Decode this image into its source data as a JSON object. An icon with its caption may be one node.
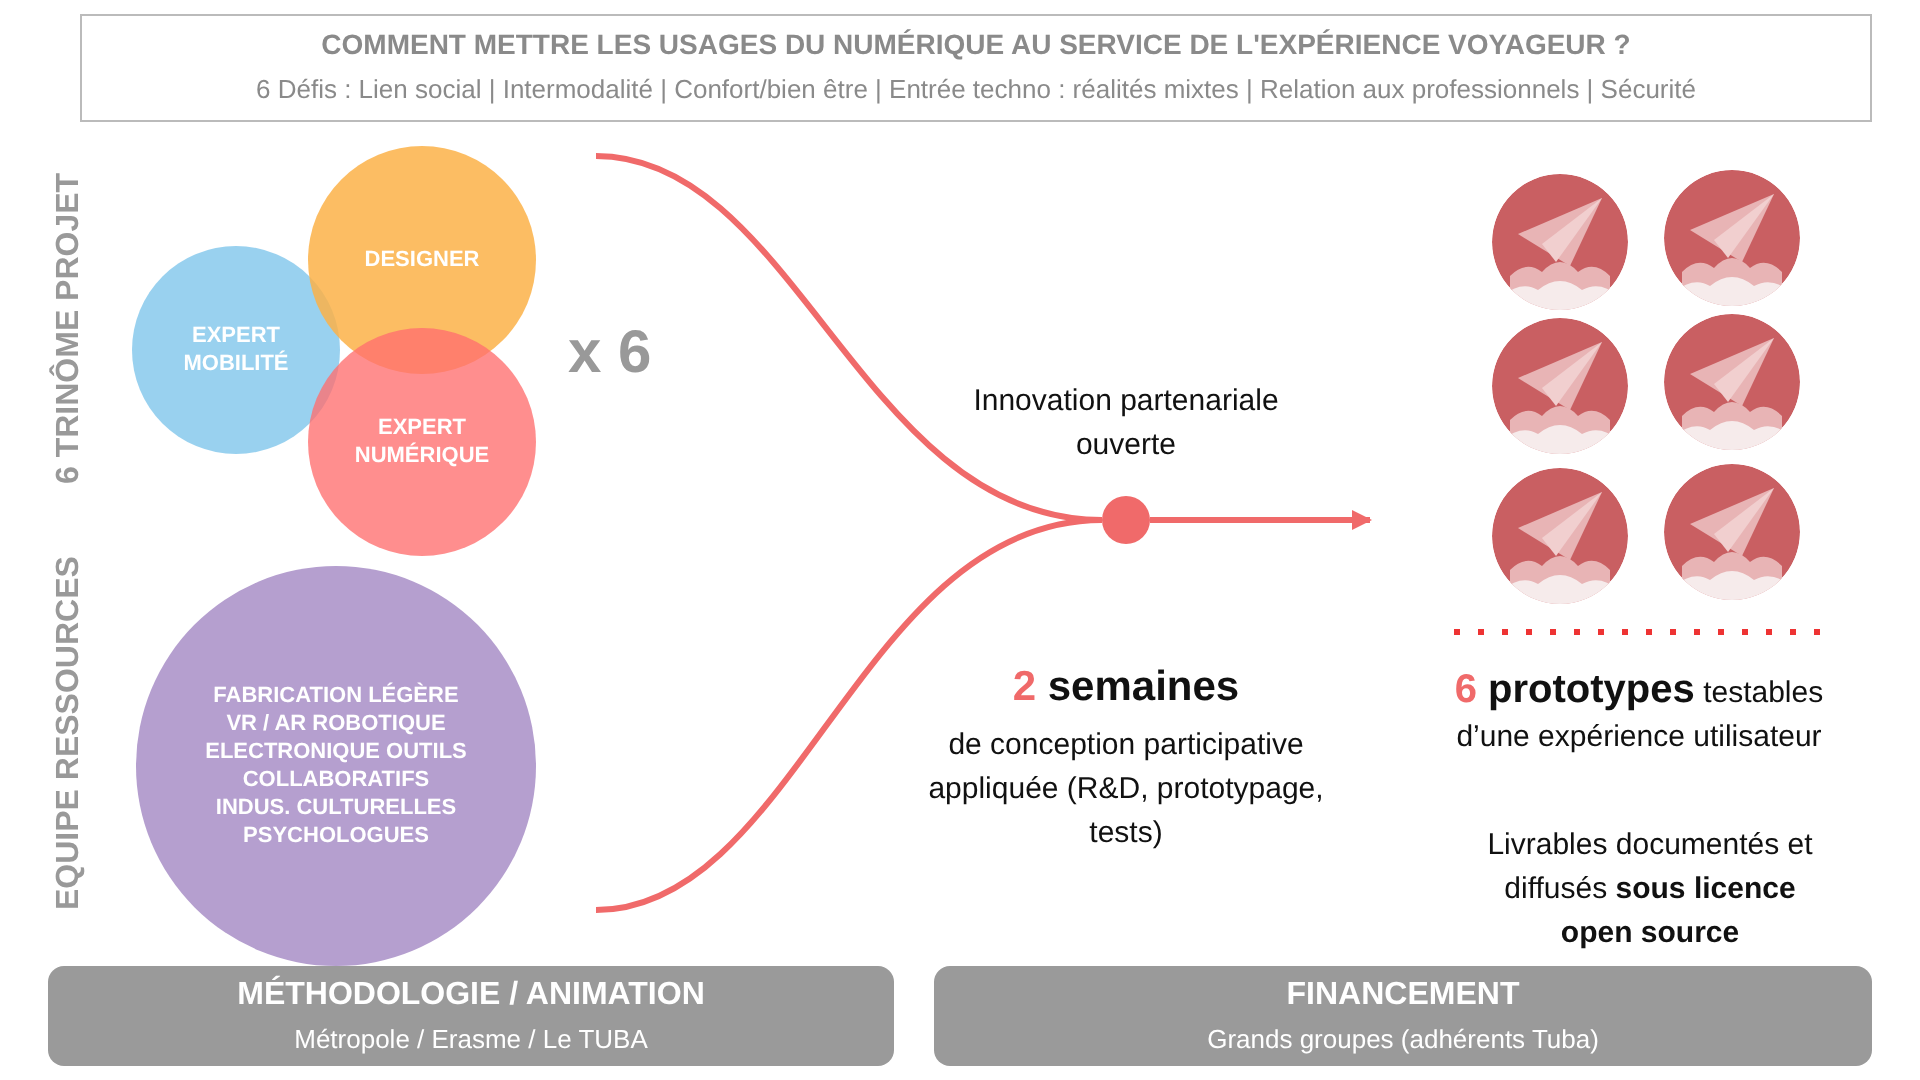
{
  "diagram": {
    "nodes": [
      {
        "text": [
          "COMMENT METTRE LES USAGES DU NUMÉRIQUE AU SERVICE DE L'EXPÉRIENCE VOYAGEUR ?",
          "6 Défis : Lien social | Intermodalité | Confort/bien être | Entrée techno : réalités mixtes | Relation aux professionnels | Sécurité"
        ]
      },
      {
        "text": [
          "EXPERT MOBILITÉ"
        ]
      },
      {
        "text": [
          "DESIGNER"
        ]
      },
      {
        "text": [
          "EXPERT NUMÉRIQUE"
        ]
      },
      {
        "text": [
          "FABRICATION LÉGÈRE VR / AR ROBOTIQUE ELECTRONIQUE OUTILS COLLABORATIFS INDUS. CULTURELLES PSYCHOLOGUES"
        ]
      },
      {
        "text": [],
        "shape": "circle",
        "beside": [
          "Innovation partenariale ouverte"
        ]
      },
      {
        "text": [
          "MÉTHODOLOGIE / ANIMATION",
          "Métropole / Erasme / Le TUBA"
        ]
      },
      {
        "text": [
          "FINANCEMENT",
          "Grands groupes (adhérents Tuba)"
        ]
      }
    ],
    "edges": [
      {
        "from": null,
        "to": 5,
        "arrow": "none"
      },
      {
        "from": null,
        "to": 5,
        "arrow": "none"
      },
      {
        "from": 5,
        "to": null,
        "arrow": "to"
      }
    ],
    "labels": [
      "6 TRINÔME PROJET",
      "x 6",
      "EQUIPE RESSOURCES",
      "2 semaines",
      "de conception participative appliquée (R&D, prototypage, tests)",
      "**6 prototypes** testables d’une expérience utilisateur",
      "Livrables documentés et diffusés **sous licence open source**"
    ]
  }
}
